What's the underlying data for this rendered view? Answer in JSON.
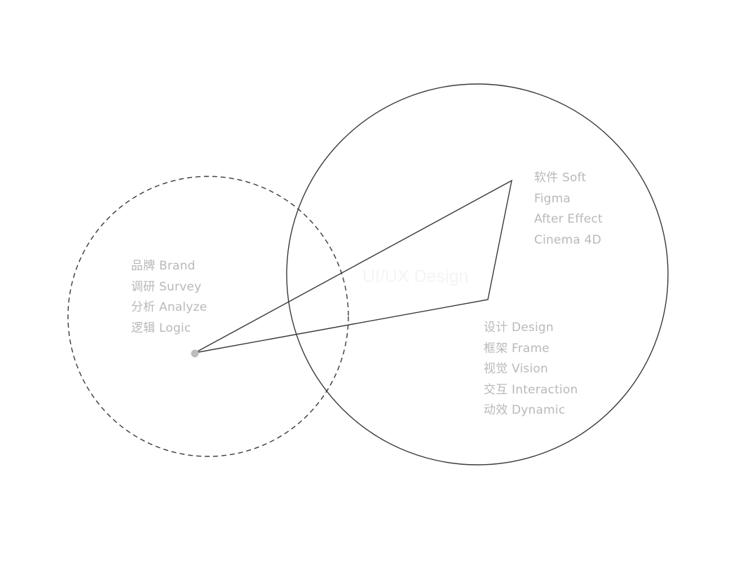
{
  "center_title": "UI/UX Design",
  "groups": {
    "left": [
      "品牌 Brand",
      "调研 Survey",
      "分析 Analyze",
      "逻辑 Logic"
    ],
    "top_right": [
      "软件 Soft",
      "Figma",
      "After Effect",
      "Cinema 4D"
    ],
    "bottom_right": [
      "设计 Design",
      "框架 Frame",
      "视觉 Vision",
      "交互 Interaction",
      "动效 Dynamic"
    ]
  },
  "colors": {
    "stroke": "#3a3a3a",
    "label": "#b9b9b9",
    "center_title": "#f4f4f4",
    "dot": "#bdbdbd",
    "background": "#ffffff"
  }
}
